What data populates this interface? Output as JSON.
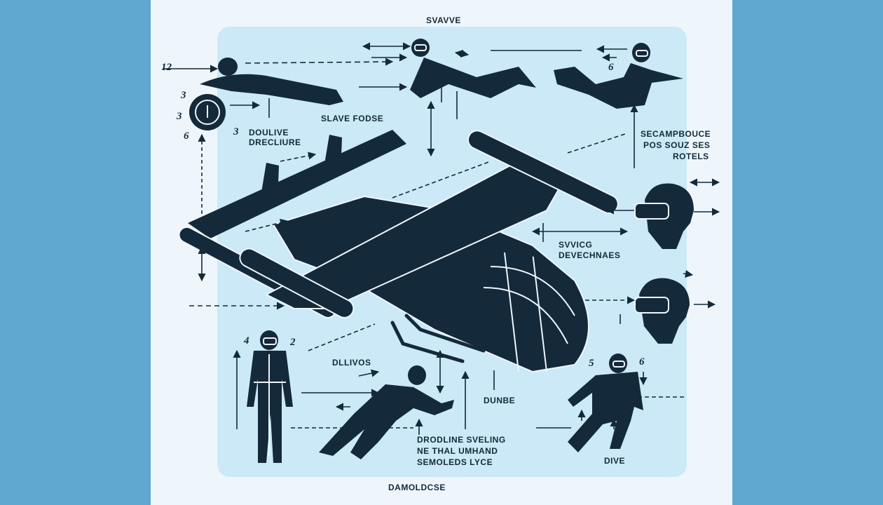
{
  "labels": {
    "top_title": "SVAVVE",
    "slave_fodse": "SLAVE FODSE",
    "doulive_line1": "DOULIVE",
    "doulive_line2": "DRECLIURE",
    "right_top_line1": "SECAMPBOUCE",
    "right_top_line2": "POS SOUZ SES",
    "right_top_line3": "ROTELS",
    "svvicg_line1": "SVVICG",
    "svvicg_line2": "DEVECHNAES",
    "dllivos": "DLLIVOS",
    "dunbe": "DUNBE",
    "dropline_line1": "DRODLINE SVELING",
    "dropline_line2": "NE THAL UMHAND",
    "dropline_line3": "SEMOLEDS LYCE",
    "dive": "DIVE",
    "bottom_title": "DAMOLDCSE"
  },
  "numbers": {
    "n_12": "12",
    "n_3a": "3",
    "n_3b": "3",
    "n_6a": "6",
    "n_3c": "3",
    "n_6b": "6",
    "n_4": "4",
    "n_2": "2",
    "n_5": "5",
    "n_6c": "6"
  },
  "colors": {
    "background": "#5fa7cc",
    "sheet": "#eef6fc",
    "panel": "#cbe9f7",
    "ink": "#14293a"
  }
}
